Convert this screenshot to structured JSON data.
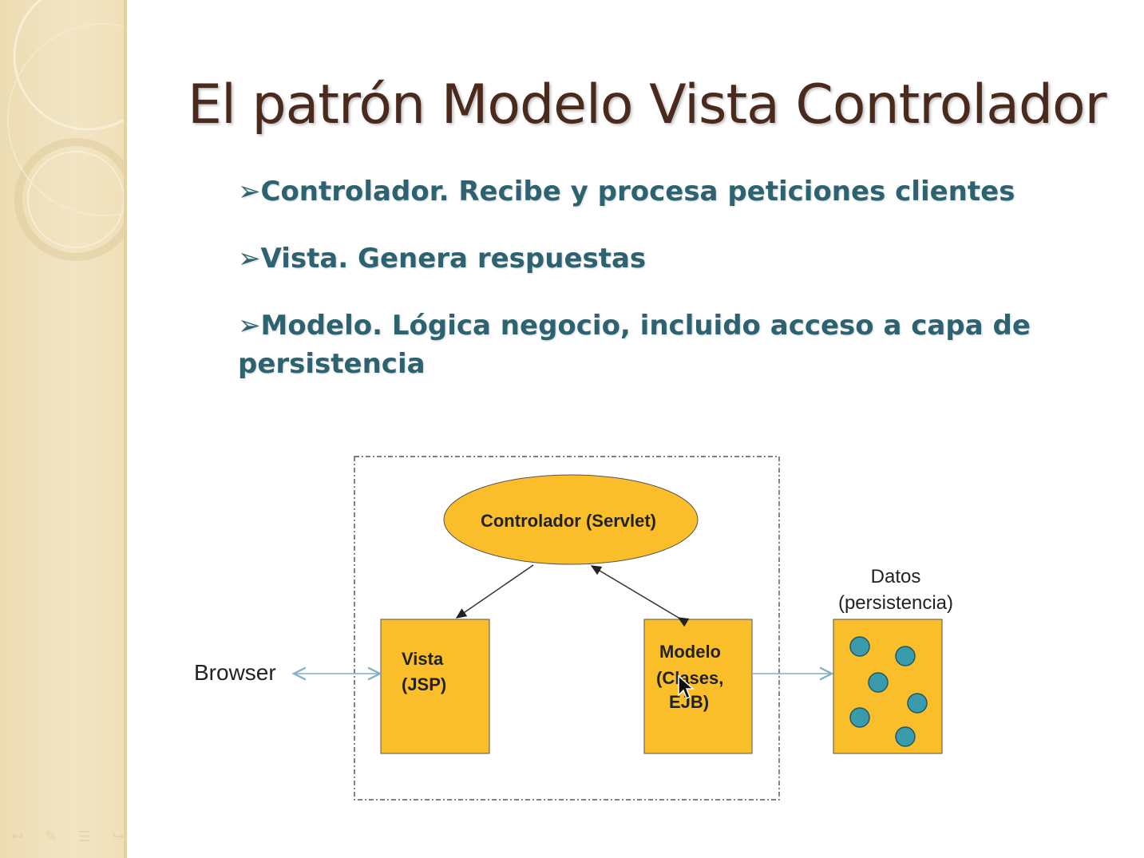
{
  "slide": {
    "title": "El patrón Modelo Vista Controlador",
    "bullets": [
      {
        "marker": "➢",
        "text": "Controlador. Recibe y procesa peticiones clientes"
      },
      {
        "marker": "➢",
        "text": "Vista. Genera respuestas"
      },
      {
        "marker": "➢",
        "text": "Modelo. Lógica negocio, incluido acceso a capa de persistencia"
      }
    ]
  },
  "diagram": {
    "controller_label": "Controlador (Servlet)",
    "view_label_line1": "Vista",
    "view_label_line2": "(JSP)",
    "model_label_line1": "Modelo",
    "model_label_line2": "(Clases,",
    "model_label_line3": "EJB)",
    "browser_label": "Browser",
    "data_label_line1": "Datos",
    "data_label_line2": "(persistencia)"
  },
  "colors": {
    "title": "#4a2a1d",
    "bullet_text": "#2d6371",
    "box_fill": "#f9be2a",
    "dot_fill": "#3a9bad",
    "arrow_light": "#7fb0c4"
  },
  "icons": {
    "prev": "undo-arrow-icon",
    "pen": "pen-icon",
    "menu": "menu-icon",
    "next": "redo-arrow-icon"
  }
}
